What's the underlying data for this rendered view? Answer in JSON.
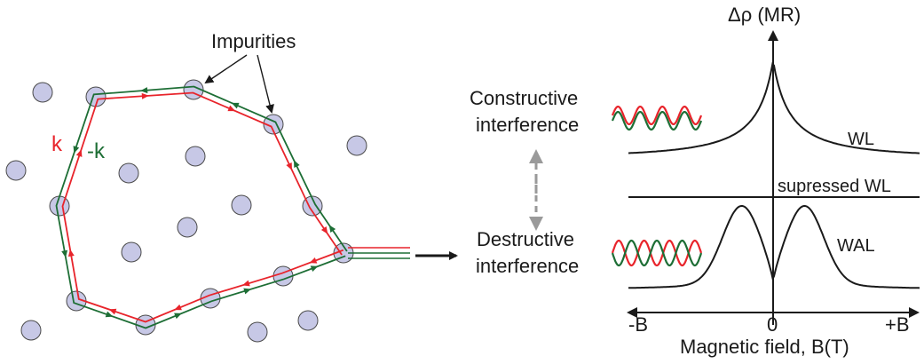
{
  "labels": {
    "impurities": "Impurities",
    "k": "k",
    "minus_k": "-k",
    "constructive_1": "Constructive",
    "constructive_2": "interference",
    "destructive_1": "Destructive",
    "destructive_2": "interference"
  },
  "graph": {
    "y_axis_label": "Δρ (MR)",
    "x_axis_label": "Magnetic field, B(T)",
    "x_ticks": [
      "-B",
      "0",
      "+B"
    ],
    "curves": [
      "WL",
      "supressed WL",
      "WAL"
    ]
  },
  "colors": {
    "path_k": "#e8242b",
    "path_minus_k": "#1d6e35",
    "impurity_fill": "#c7c8e6",
    "impurity_stroke": "#4a4a4a",
    "dashed_arrow": "#9a9a9a",
    "ink": "#1a1a1a"
  },
  "icons": {
    "flow_arrow": "right-arrow-icon",
    "interference_switch": "double-dashed-arrow-icon"
  }
}
